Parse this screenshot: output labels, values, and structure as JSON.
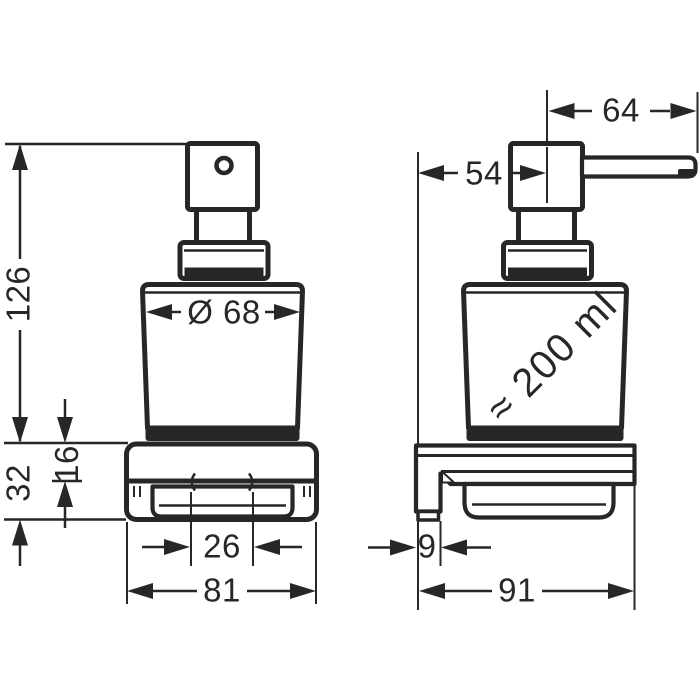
{
  "drawing": {
    "background_color": "#ffffff",
    "line_color": "#272727"
  },
  "front_view": {
    "overall_height": "126",
    "holder_height": "32",
    "glass_inset": "16",
    "bottle_diameter": "Ø 68",
    "opening_width": "26",
    "holder_width": "81"
  },
  "side_view": {
    "spout_projection": "64",
    "wall_to_spout_center": "54",
    "capacity": "≈ 200 ml",
    "wall_plate_thickness": "9",
    "overall_depth": "91"
  }
}
